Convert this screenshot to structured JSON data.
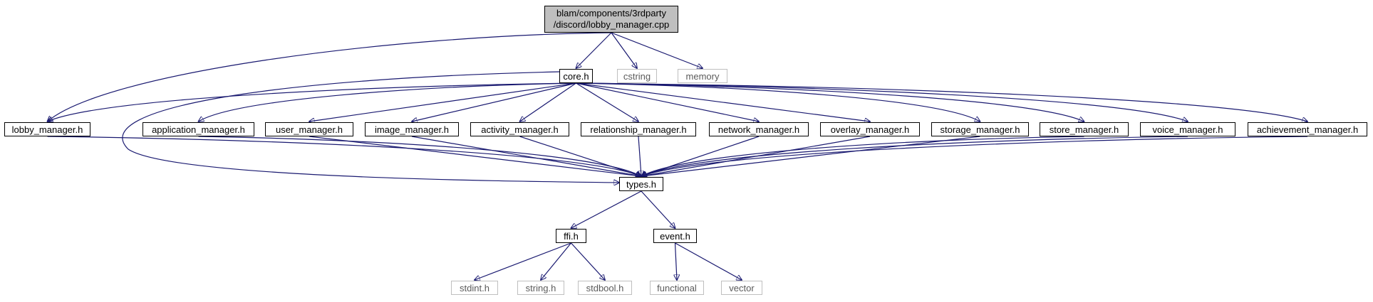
{
  "graph": {
    "root": {
      "line1": "blam/components/3rdparty",
      "line2": "/discord/lobby_manager.cpp"
    },
    "nodes": {
      "core": "core.h",
      "cstring": "cstring",
      "memory": "memory",
      "lobby_manager": "lobby_manager.h",
      "application_manager": "application_manager.h",
      "user_manager": "user_manager.h",
      "image_manager": "image_manager.h",
      "activity_manager": "activity_manager.h",
      "relationship_manager": "relationship_manager.h",
      "network_manager": "network_manager.h",
      "overlay_manager": "overlay_manager.h",
      "storage_manager": "storage_manager.h",
      "store_manager": "store_manager.h",
      "voice_manager": "voice_manager.h",
      "achievement_manager": "achievement_manager.h",
      "types": "types.h",
      "ffi": "ffi.h",
      "event": "event.h",
      "stdint": "stdint.h",
      "string": "string.h",
      "stdbool": "stdbool.h",
      "functional": "functional",
      "vector": "vector"
    },
    "colors": {
      "edge": "#191970",
      "root_fill": "#bfbfbf",
      "system_border": "#bfbfbf",
      "node_border": "#000000"
    }
  }
}
